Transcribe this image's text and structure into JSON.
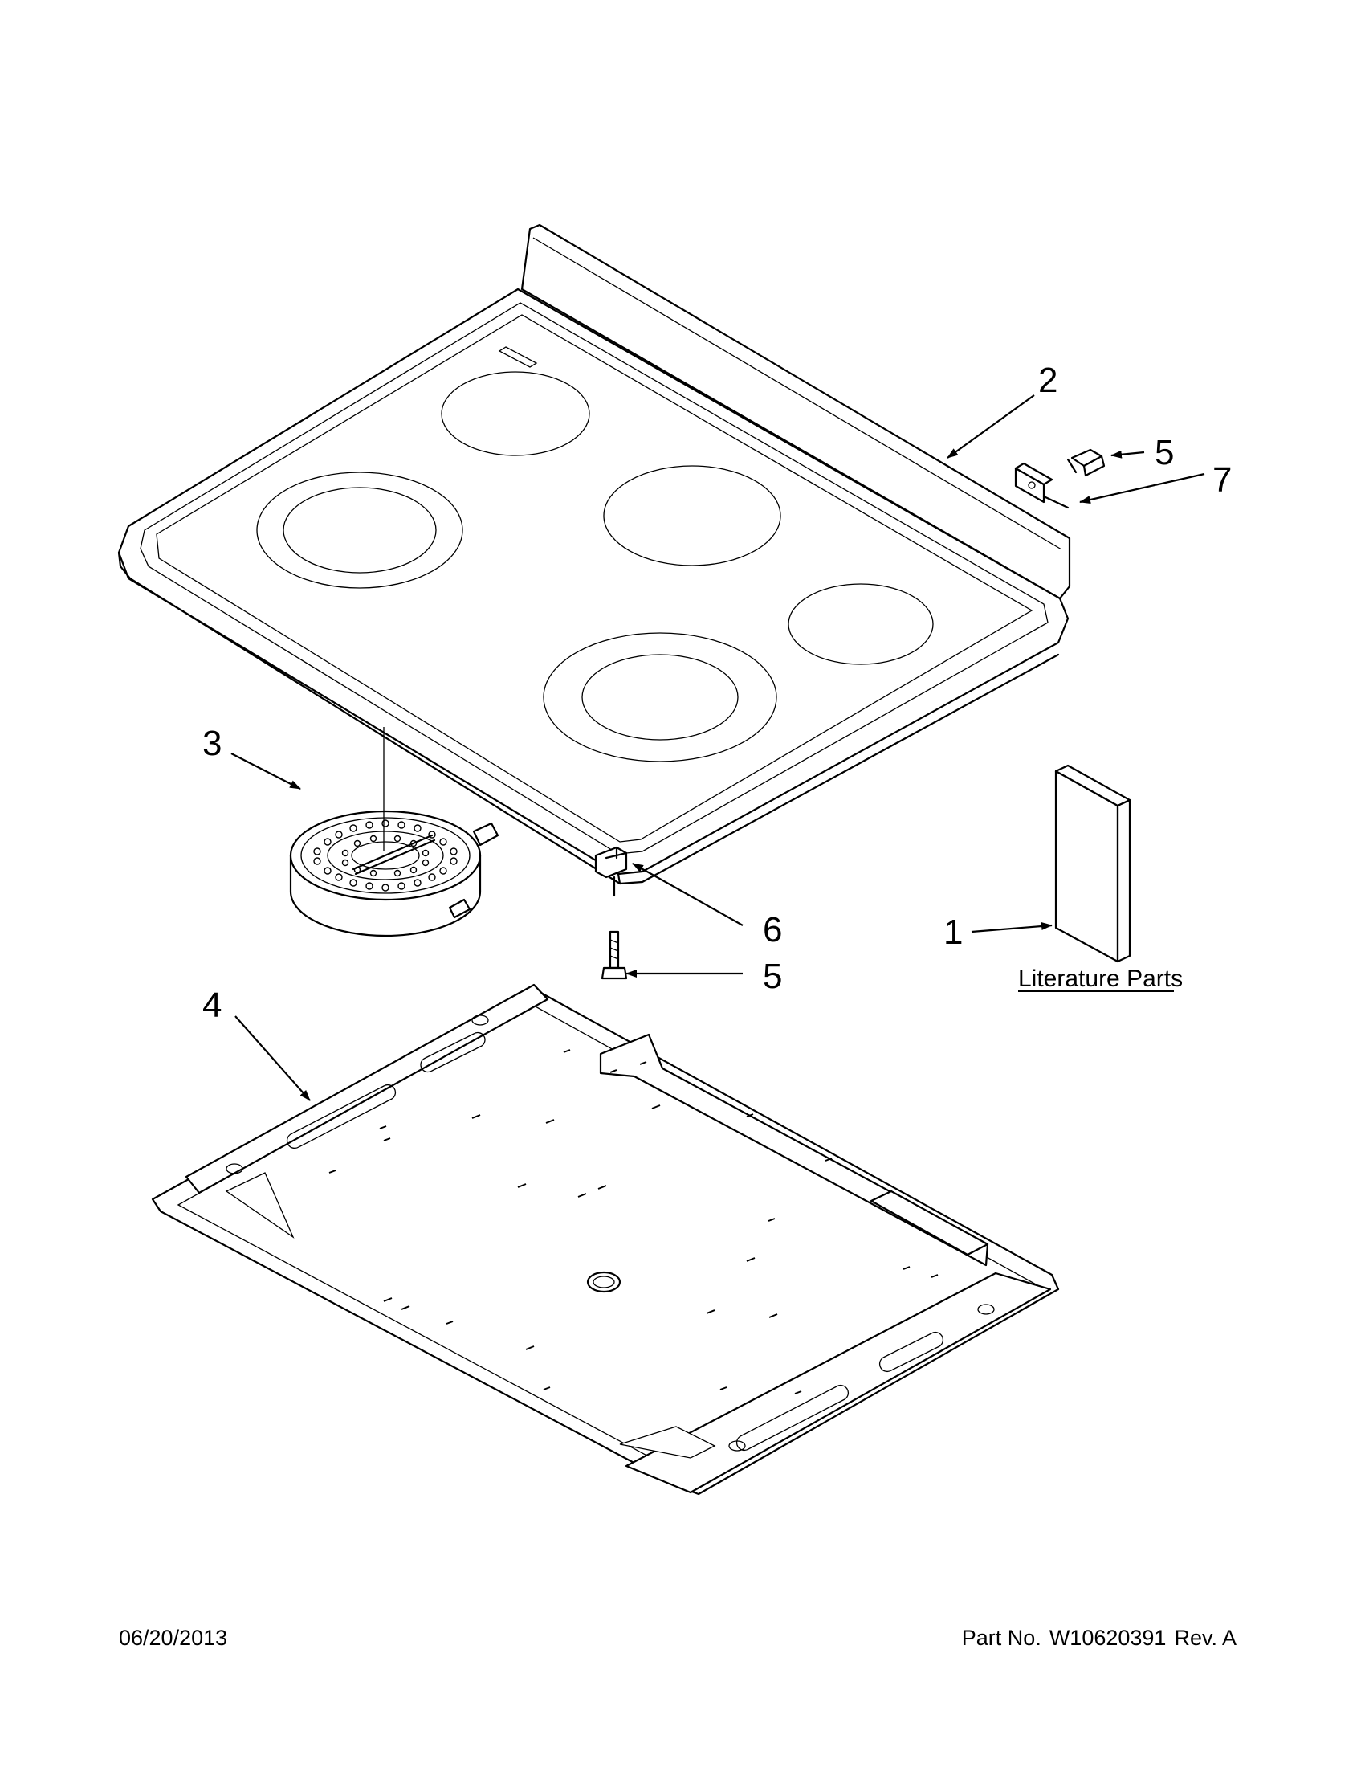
{
  "callouts": {
    "c1": "1",
    "c2": "2",
    "c3": "3",
    "c4": "4",
    "c5a": "5",
    "c5b": "5",
    "c6": "6",
    "c7": "7"
  },
  "literature_label": "Literature Parts",
  "footer": {
    "date": "06/20/2013",
    "part_prefix": "Part No.",
    "part_number": "W10620391",
    "revision": "Rev. A"
  }
}
